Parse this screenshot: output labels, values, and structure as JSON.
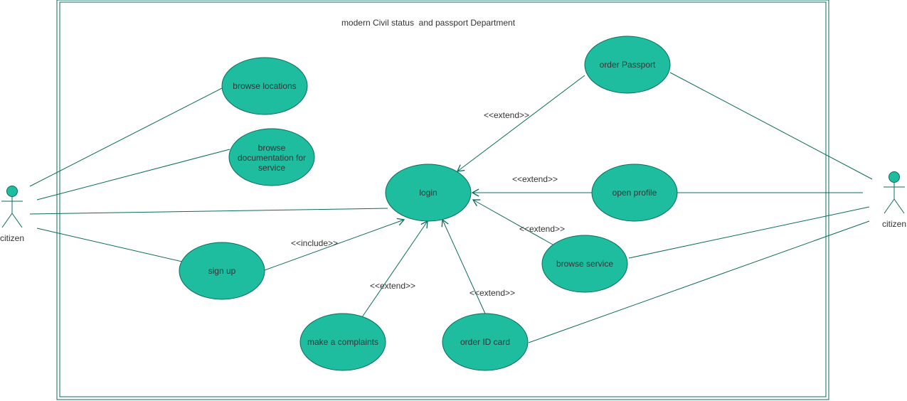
{
  "system": {
    "title": "modern Civil status  and passport Department"
  },
  "colors": {
    "fill": "#1fbda0",
    "stroke": "#0b6b5a",
    "text": "#333333"
  },
  "actors": {
    "left": {
      "label": "citizen"
    },
    "right": {
      "label": "citizen"
    }
  },
  "use_cases": {
    "browse_locations": "browse locations",
    "browse_documentation": [
      "browse",
      "documentation for",
      "service"
    ],
    "login": "login",
    "sign_up": "sign up",
    "make_complaints": "make a complaints",
    "order_id_card": "order ID card",
    "order_passport": "order Passport",
    "open_profile": "open profile",
    "browse_service": "browse service"
  },
  "relations": {
    "include_signup": "<<include>>",
    "extend_complaints": "<<extend>>",
    "extend_idcard": "<<extend>>",
    "extend_passport": "<<extend>>",
    "extend_profile": "<<extend>>",
    "extend_service": "<<extend>>"
  }
}
